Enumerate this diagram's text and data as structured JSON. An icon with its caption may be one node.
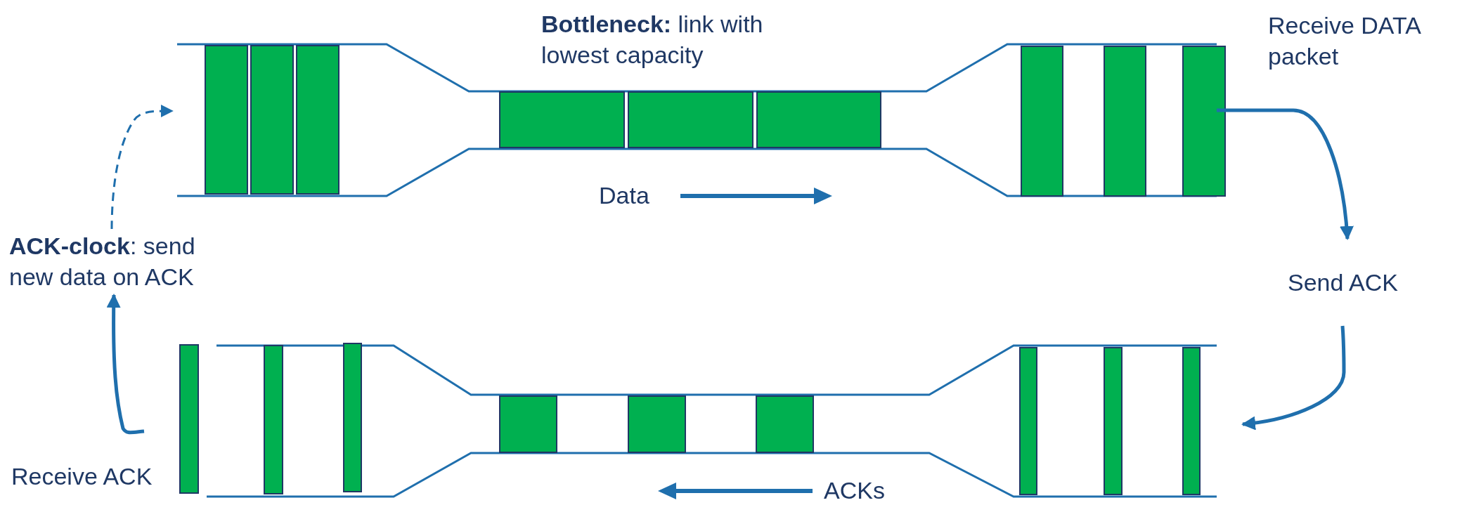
{
  "diagram": {
    "nodes": [
      {
        "text": [
          "**ACK-clock**: send new data on ACK"
        ]
      },
      {
        "text": [
          "Send ACK"
        ]
      },
      {
        "text": [
          "Receive ACK"
        ]
      }
    ],
    "edges": [
      {
        "from": null,
        "to": 1,
        "arrow": "to"
      },
      {
        "from": 1,
        "to": null,
        "arrow": "to"
      },
      {
        "from": 2,
        "to": 0,
        "arrow": "to"
      },
      {
        "from": 0,
        "to": null,
        "arrow": "to",
        "style": "dashed"
      }
    ],
    "labels": [
      "**Bottleneck:** link with lowest capacity",
      "Receive DATA packet",
      "Data",
      "ACKs"
    ]
  }
}
